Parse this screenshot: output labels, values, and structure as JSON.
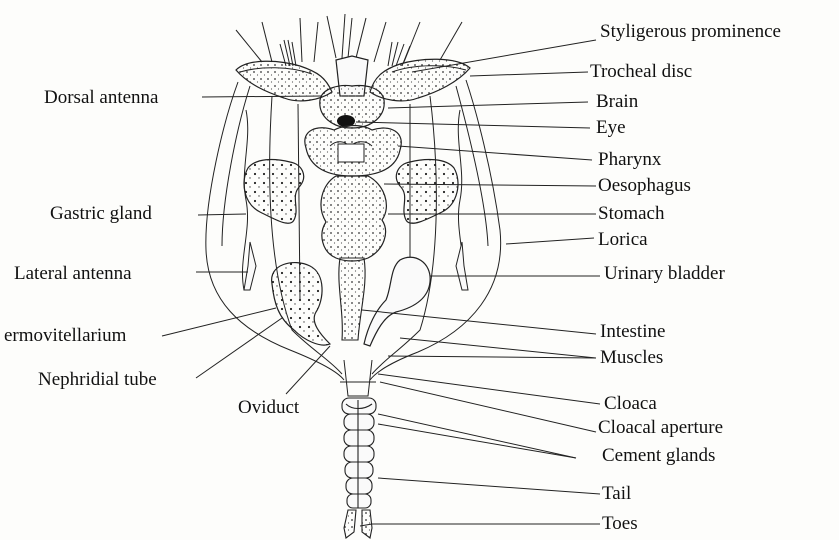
{
  "labels": {
    "styligerous_prominence": "Styligerous prominence",
    "trocheal_disc": "Trocheal disc",
    "dorsal_antenna": "Dorsal antenna",
    "brain": "Brain",
    "eye": "Eye",
    "pharynx": "Pharynx",
    "oesophagus": "Oesophagus",
    "gastric_gland": "Gastric gland",
    "stomach": "Stomach",
    "lorica": "Lorica",
    "lateral_antenna": "Lateral antenna",
    "urinary_bladder": "Urinary bladder",
    "germovitellarium": "ermovitellarium",
    "intestine": "Intestine",
    "muscles": "Muscles",
    "nephridial_tube": "Nephridial tube",
    "oviduct": "Oviduct",
    "cloaca": "Cloaca",
    "cloacal_aperture": "Cloacal aperture",
    "cement_glands": "Cement glands",
    "tail": "Tail",
    "toes": "Toes"
  }
}
